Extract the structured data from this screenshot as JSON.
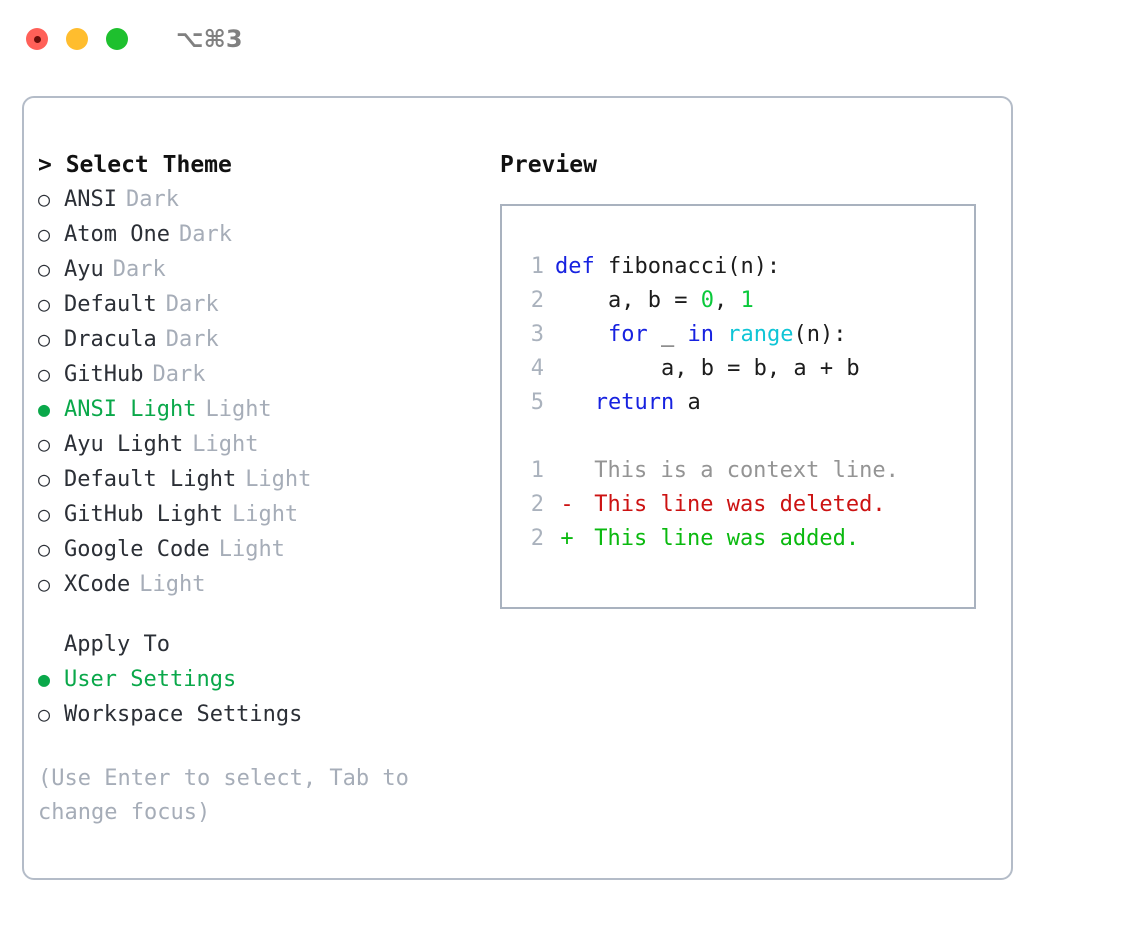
{
  "window": {
    "shortcut": "⌥⌘3",
    "traffic_lights": [
      "close",
      "minimize",
      "maximize"
    ],
    "colors": {
      "close": "#ff6058",
      "minimize": "#ffbd2e",
      "maximize": "#1ec02e",
      "panel_border": "#b4bcc8",
      "accent_green": "#0aa84a",
      "muted": "#a6adb8"
    }
  },
  "theme_panel": {
    "header": "> Select Theme",
    "items": [
      {
        "marker": "○",
        "name": "ANSI",
        "kind": "Dark",
        "selected": false
      },
      {
        "marker": "○",
        "name": "Atom One",
        "kind": "Dark",
        "selected": false
      },
      {
        "marker": "○",
        "name": "Ayu",
        "kind": "Dark",
        "selected": false
      },
      {
        "marker": "○",
        "name": "Default",
        "kind": "Dark",
        "selected": false
      },
      {
        "marker": "○",
        "name": "Dracula",
        "kind": "Dark",
        "selected": false
      },
      {
        "marker": "○",
        "name": "GitHub",
        "kind": "Dark",
        "selected": false
      },
      {
        "marker": "●",
        "name": "ANSI Light",
        "kind": "Light",
        "selected": true
      },
      {
        "marker": "○",
        "name": "Ayu Light",
        "kind": "Light",
        "selected": false
      },
      {
        "marker": "○",
        "name": "Default Light",
        "kind": "Light",
        "selected": false
      },
      {
        "marker": "○",
        "name": "GitHub Light",
        "kind": "Light",
        "selected": false
      },
      {
        "marker": "○",
        "name": "Google Code",
        "kind": "Light",
        "selected": false
      },
      {
        "marker": "○",
        "name": "XCode",
        "kind": "Light",
        "selected": false
      }
    ]
  },
  "apply_to": {
    "header": "Apply To",
    "items": [
      {
        "marker": "●",
        "name": "User Settings",
        "selected": true
      },
      {
        "marker": "○",
        "name": "Workspace Settings",
        "selected": false
      }
    ]
  },
  "hint": "(Use Enter to select, Tab to change focus)",
  "preview": {
    "header": "Preview",
    "code_lines": [
      {
        "no": "1",
        "tokens": [
          {
            "t": "def",
            "c": "kw"
          },
          {
            "t": " fibonacci(n):",
            "c": "id"
          }
        ]
      },
      {
        "no": "2",
        "tokens": [
          {
            "t": "    a, b = ",
            "c": "id"
          },
          {
            "t": "0",
            "c": "num"
          },
          {
            "t": ", ",
            "c": "id"
          },
          {
            "t": "1",
            "c": "num"
          }
        ]
      },
      {
        "no": "3",
        "tokens": [
          {
            "t": "    ",
            "c": "id"
          },
          {
            "t": "for",
            "c": "kw"
          },
          {
            "t": " _ ",
            "c": "id"
          },
          {
            "t": "in",
            "c": "kw"
          },
          {
            "t": " ",
            "c": "id"
          },
          {
            "t": "range",
            "c": "fn"
          },
          {
            "t": "(n):",
            "c": "id"
          }
        ]
      },
      {
        "no": "4",
        "tokens": [
          {
            "t": "        a, b = b, a + b",
            "c": "id"
          }
        ]
      },
      {
        "no": "5",
        "tokens": [
          {
            "t": "   ",
            "c": "id"
          },
          {
            "t": "return",
            "c": "kw"
          },
          {
            "t": " a",
            "c": "id"
          }
        ]
      }
    ],
    "diff_lines": [
      {
        "no": "1",
        "sign": " ",
        "text": " This is a context line.",
        "kind": "ctx"
      },
      {
        "no": "2",
        "sign": "-",
        "text": " This line was deleted.",
        "kind": "del"
      },
      {
        "no": "2",
        "sign": "+",
        "text": " This line was added.",
        "kind": "add"
      }
    ]
  }
}
